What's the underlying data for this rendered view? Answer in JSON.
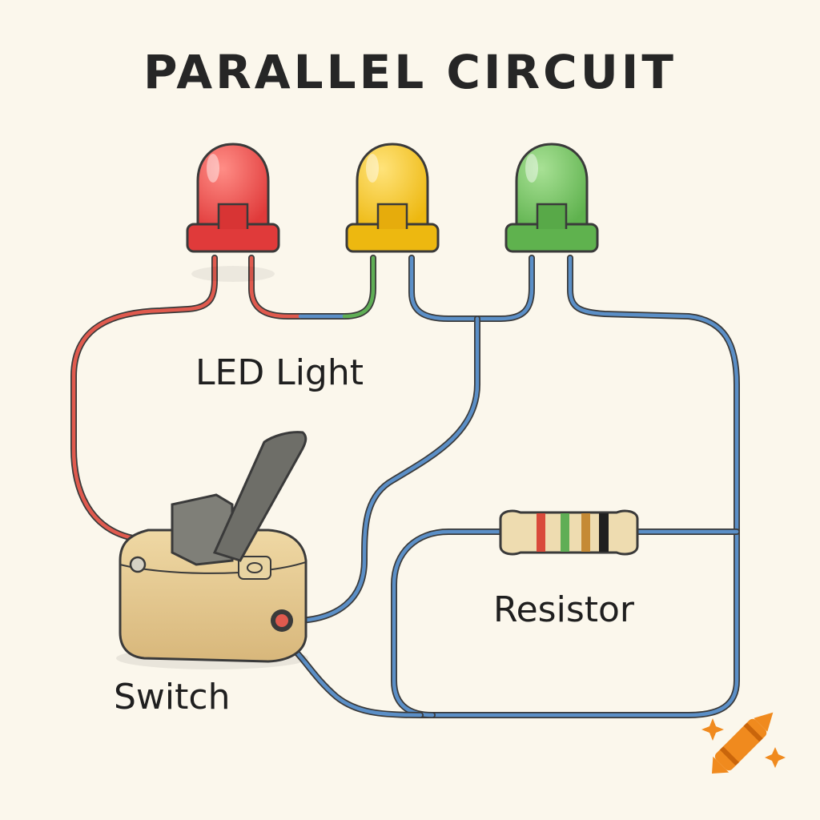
{
  "diagram": {
    "title": "PARALLEL CIRCUIT",
    "labels": {
      "led": "LED Light",
      "resistor": "Resistor",
      "switch": "Switch"
    },
    "components": {
      "leds": [
        {
          "name": "red",
          "color": "#e84c4c"
        },
        {
          "name": "yellow",
          "color": "#f2c21b"
        },
        {
          "name": "green",
          "color": "#6cbf5b"
        }
      ],
      "resistor_bands": [
        "#d94a3a",
        "#5fae55",
        "#c58a35",
        "#1f1f1f"
      ],
      "wire_colors": {
        "positive": "#e05a4e",
        "negative": "#5b8fc7"
      }
    },
    "watermark_icon": "crayon-icon"
  }
}
